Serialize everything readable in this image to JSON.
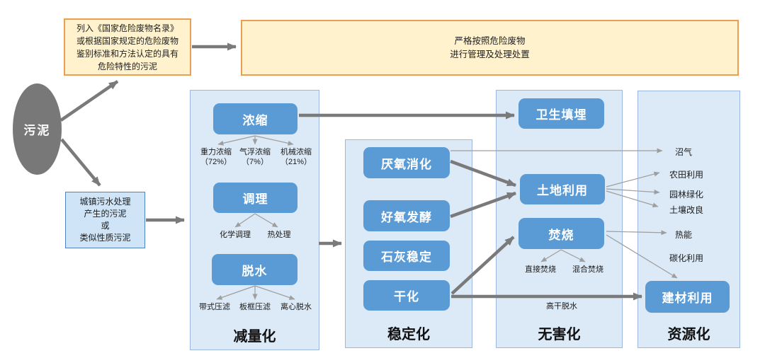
{
  "source": {
    "label": "污泥"
  },
  "hazard_box": {
    "text": "列入《国家危险废物名录》\n或根据国家规定的危险废物\n鉴别标准和方法认定的具有\n危险特性的污泥"
  },
  "management_box": {
    "text": "严格按照危险废物\n进行管理及处理处置"
  },
  "municipal_box": {
    "text": "城镇污水处理\n产生的污泥\n或\n类似性质污泥"
  },
  "stages": [
    {
      "label": "减量化",
      "boxes": [
        {
          "label": "浓缩",
          "subs": [
            "重力浓缩\n（72%）",
            "气浮浓缩\n（7%）",
            "机械浓缩\n（21%）"
          ]
        },
        {
          "label": "调理",
          "subs": [
            "化学调理",
            "热处理"
          ]
        },
        {
          "label": "脱水",
          "subs": [
            "带式压滤",
            "板框压滤",
            "离心脱水"
          ]
        }
      ]
    },
    {
      "label": "稳定化",
      "boxes": [
        {
          "label": "厌氧消化"
        },
        {
          "label": "好氧发酵"
        },
        {
          "label": "石灰稳定"
        },
        {
          "label": "干化"
        }
      ]
    },
    {
      "label": "无害化",
      "edge_label": "高干脱水",
      "boxes": [
        {
          "label": "卫生填埋"
        },
        {
          "label": "土地利用"
        },
        {
          "label": "焚烧",
          "subs": [
            "直接焚烧",
            "混合焚烧"
          ]
        }
      ]
    },
    {
      "label": "资源化",
      "outputs": [
        "沼气",
        "农田利用",
        "园林绿化",
        "土壤改良",
        "热能",
        "碳化利用"
      ],
      "boxes": [
        {
          "label": "建材利用"
        }
      ]
    }
  ],
  "colors": {
    "node_blue": "#5B9BD5",
    "panel_fill": "#DCE9F6",
    "panel_border": "#9CB8DE",
    "cream_fill": "#FFF2CC",
    "cream_border": "#EC9F53",
    "municipal_fill": "#CFE4F7",
    "municipal_border": "#4F82BE",
    "ellipse_gray": "#787878",
    "arrow_thick": "#7A7A7A",
    "arrow_thin": "#9E9E9E"
  }
}
